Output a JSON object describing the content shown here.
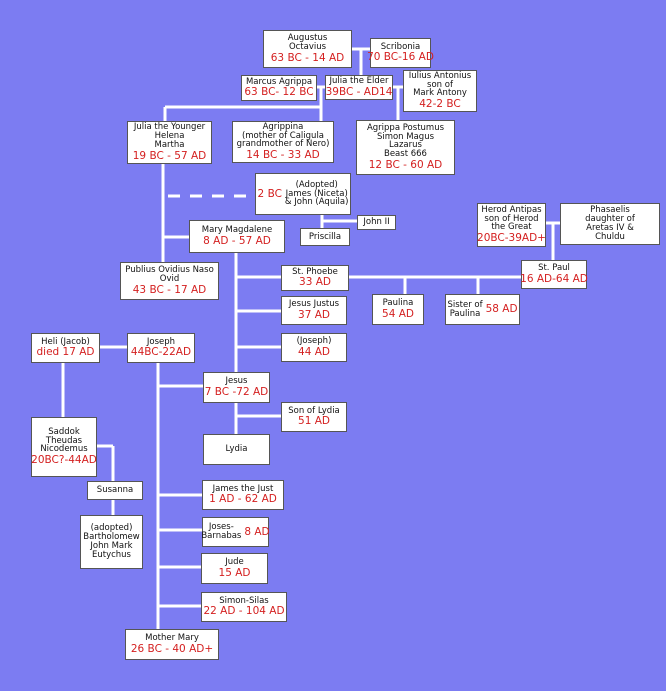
{
  "title": "Family tree",
  "colors": {
    "background": "#7c7cf2",
    "box": "#ffffff",
    "date": "#d42020",
    "line": "#ffffff"
  },
  "nodes": [
    {
      "id": "augustus",
      "lines": [
        "Augustus",
        "Octavius"
      ],
      "date": "63 BC - 14 AD"
    },
    {
      "id": "scribonia",
      "lines": [
        "Scribonia"
      ],
      "date": "70 BC-16 AD"
    },
    {
      "id": "marcus-agrippa",
      "lines": [
        "Marcus Agrippa"
      ],
      "date": "63 BC- 12 BC"
    },
    {
      "id": "julia-elder",
      "lines": [
        "Julia the Elder"
      ],
      "date": "39BC - AD14"
    },
    {
      "id": "iulius-antonius",
      "lines": [
        "Iulius Antonius",
        "son of",
        "Mark Antony"
      ],
      "date": "42-2 BC"
    },
    {
      "id": "julia-younger",
      "lines": [
        "Julia the Younger",
        "Helena",
        "Martha"
      ],
      "date": "19 BC - 57 AD"
    },
    {
      "id": "agrippina",
      "lines": [
        "Agrippina",
        "(mother of Caligula",
        "grandmother of Nero)"
      ],
      "date": "14 BC - 33 AD"
    },
    {
      "id": "agrippa-postumus",
      "lines": [
        "Agrippa Postumus",
        "Simon Magus",
        "Lazarus",
        "Beast 666"
      ],
      "date": "12 BC - 60 AD"
    },
    {
      "id": "adopted-james-john",
      "lines": [
        "(Adopted)",
        "James (Niceta)",
        "& John (Aquila)"
      ],
      "date": "2 BC"
    },
    {
      "id": "john-ii",
      "lines": [
        "John II"
      ],
      "date": ""
    },
    {
      "id": "priscilla",
      "lines": [
        "Priscilla"
      ],
      "date": ""
    },
    {
      "id": "mary-magdalene",
      "lines": [
        "Mary Magdalene"
      ],
      "date": "8 AD - 57 AD"
    },
    {
      "id": "ovid",
      "lines": [
        "Publius Ovidius Naso",
        "Ovid"
      ],
      "date": "43 BC - 17 AD"
    },
    {
      "id": "st-phoebe",
      "lines": [
        "St. Phoebe"
      ],
      "date": "33 AD"
    },
    {
      "id": "jesus-justus",
      "lines": [
        "Jesus Justus"
      ],
      "date": "37 AD"
    },
    {
      "id": "joseph-son",
      "lines": [
        "(Joseph)"
      ],
      "date": "44 AD"
    },
    {
      "id": "herod-antipas",
      "lines": [
        "Herod Antipas",
        "son of Herod",
        "the Great"
      ],
      "date": "20BC-39AD+"
    },
    {
      "id": "phasaelis",
      "lines": [
        "Phasaelis",
        "daughter of",
        "Aretas IV &",
        "Chuldu"
      ],
      "date": ""
    },
    {
      "id": "st-paul",
      "lines": [
        "St. Paul"
      ],
      "date": "16 AD-64 AD"
    },
    {
      "id": "paulina",
      "lines": [
        "Paulina"
      ],
      "date": "54 AD"
    },
    {
      "id": "sister-of-paulina",
      "lines": [
        "Sister of",
        "Paulina"
      ],
      "date": "58 AD"
    },
    {
      "id": "heli",
      "lines": [
        "Heli (Jacob)"
      ],
      "date": "died 17 AD"
    },
    {
      "id": "joseph",
      "lines": [
        "Joseph"
      ],
      "date": "44BC-22AD"
    },
    {
      "id": "jesus",
      "lines": [
        "Jesus"
      ],
      "date": "7 BC -72 AD"
    },
    {
      "id": "son-of-lydia",
      "lines": [
        "Son of Lydia"
      ],
      "date": "51 AD"
    },
    {
      "id": "lydia",
      "lines": [
        "Lydia"
      ],
      "date": ""
    },
    {
      "id": "saddok",
      "lines": [
        "Saddok",
        "Theudas",
        "Nicodemus"
      ],
      "date": "20BC?-44AD"
    },
    {
      "id": "susanna",
      "lines": [
        "Susanna"
      ],
      "date": ""
    },
    {
      "id": "bartholomew",
      "lines": [
        "(adopted)",
        "Bartholomew",
        "John Mark",
        "Eutychus"
      ],
      "date": ""
    },
    {
      "id": "james-the-just",
      "lines": [
        "James the Just"
      ],
      "date": "1 AD - 62 AD"
    },
    {
      "id": "joses-barnabas",
      "lines": [
        "Joses-",
        "Barnabas"
      ],
      "date": "8 AD"
    },
    {
      "id": "jude",
      "lines": [
        "Jude"
      ],
      "date": "15 AD"
    },
    {
      "id": "simon-silas",
      "lines": [
        "Simon-Silas"
      ],
      "date": "22 AD - 104 AD"
    },
    {
      "id": "mother-mary",
      "lines": [
        "Mother Mary"
      ],
      "date": "26 BC - 40 AD+"
    }
  ]
}
